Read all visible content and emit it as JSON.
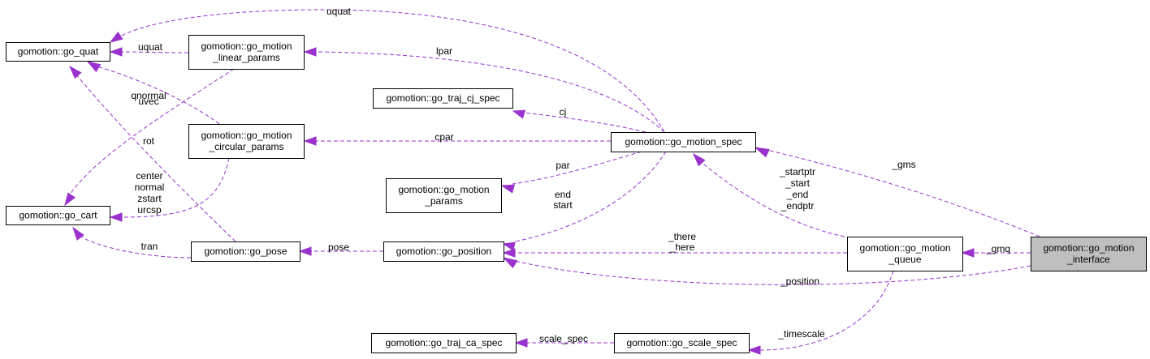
{
  "diagram": {
    "colors": {
      "edge": "#9a32cd",
      "node_border": "#000000",
      "node_fill": "#ffffff",
      "highlight_fill": "#bfbfbf"
    },
    "nodes": [
      {
        "id": "go_quat",
        "lines": [
          "gomotion::go_quat"
        ],
        "highlight": false
      },
      {
        "id": "go_cart",
        "lines": [
          "gomotion::go_cart"
        ],
        "highlight": false
      },
      {
        "id": "linear_params",
        "lines": [
          "gomotion::go_motion",
          "_linear_params"
        ],
        "highlight": false
      },
      {
        "id": "circular_params",
        "lines": [
          "gomotion::go_motion",
          "_circular_params"
        ],
        "highlight": false
      },
      {
        "id": "go_pose",
        "lines": [
          "gomotion::go_pose"
        ],
        "highlight": false
      },
      {
        "id": "traj_cj_spec",
        "lines": [
          "gomotion::go_traj_cj_spec"
        ],
        "highlight": false
      },
      {
        "id": "motion_params",
        "lines": [
          "gomotion::go_motion",
          "_params"
        ],
        "highlight": false
      },
      {
        "id": "go_position",
        "lines": [
          "gomotion::go_position"
        ],
        "highlight": false
      },
      {
        "id": "traj_ca_spec",
        "lines": [
          "gomotion::go_traj_ca_spec"
        ],
        "highlight": false
      },
      {
        "id": "scale_spec",
        "lines": [
          "gomotion::go_scale_spec"
        ],
        "highlight": false
      },
      {
        "id": "motion_spec",
        "lines": [
          "gomotion::go_motion_spec"
        ],
        "highlight": false
      },
      {
        "id": "motion_queue",
        "lines": [
          "gomotion::go_motion",
          "_queue"
        ],
        "highlight": false
      },
      {
        "id": "motion_interface",
        "lines": [
          "gomotion::go_motion",
          "_interface"
        ],
        "highlight": true
      }
    ],
    "edges": [
      {
        "id": "linear-uquat",
        "from": "linear_params",
        "to": "go_quat",
        "labels": [
          "uquat"
        ]
      },
      {
        "id": "spec-uquat",
        "from": "motion_spec",
        "to": "go_quat",
        "labels": [
          "uquat"
        ]
      },
      {
        "id": "circular-qnormal",
        "from": "circular_params",
        "to": "go_quat",
        "labels": [
          "qnormal"
        ]
      },
      {
        "id": "pose-rot",
        "from": "go_pose",
        "to": "go_quat",
        "labels": [
          "rot"
        ]
      },
      {
        "id": "linear-uvec",
        "from": "linear_params",
        "to": "go_cart",
        "labels": [
          "uvec"
        ]
      },
      {
        "id": "circular-center",
        "from": "circular_params",
        "to": "go_cart",
        "labels": [
          "center",
          "normal",
          "zstart",
          "urcsp"
        ]
      },
      {
        "id": "pose-tran",
        "from": "go_pose",
        "to": "go_cart",
        "labels": [
          "tran"
        ]
      },
      {
        "id": "spec-lpar",
        "from": "motion_spec",
        "to": "linear_params",
        "labels": [
          "lpar"
        ]
      },
      {
        "id": "spec-cpar",
        "from": "motion_spec",
        "to": "circular_params",
        "labels": [
          "cpar"
        ]
      },
      {
        "id": "spec-cj",
        "from": "motion_spec",
        "to": "traj_cj_spec",
        "labels": [
          "cj"
        ]
      },
      {
        "id": "spec-par",
        "from": "motion_spec",
        "to": "motion_params",
        "labels": [
          "par"
        ]
      },
      {
        "id": "spec-endstart",
        "from": "motion_spec",
        "to": "go_position",
        "labels": [
          "end",
          "start"
        ]
      },
      {
        "id": "position-pose",
        "from": "go_position",
        "to": "go_pose",
        "labels": [
          "pose"
        ]
      },
      {
        "id": "queue-there",
        "from": "motion_queue",
        "to": "go_position",
        "labels": [
          "_there",
          "_here"
        ]
      },
      {
        "id": "interface-position",
        "from": "motion_interface",
        "to": "go_position",
        "labels": [
          "_position"
        ]
      },
      {
        "id": "queue-start",
        "from": "motion_queue",
        "to": "motion_spec",
        "labels": [
          "_startptr",
          "_start",
          "_end",
          "_endptr"
        ]
      },
      {
        "id": "interface-gms",
        "from": "motion_interface",
        "to": "motion_spec",
        "labels": [
          "_gms"
        ]
      },
      {
        "id": "interface-gmq",
        "from": "motion_interface",
        "to": "motion_queue",
        "labels": [
          "_gmq"
        ]
      },
      {
        "id": "queue-timescale",
        "from": "motion_queue",
        "to": "scale_spec",
        "labels": [
          "_timescale"
        ]
      },
      {
        "id": "scale-spec",
        "from": "scale_spec",
        "to": "traj_ca_spec",
        "labels": [
          "scale_spec"
        ]
      }
    ]
  }
}
